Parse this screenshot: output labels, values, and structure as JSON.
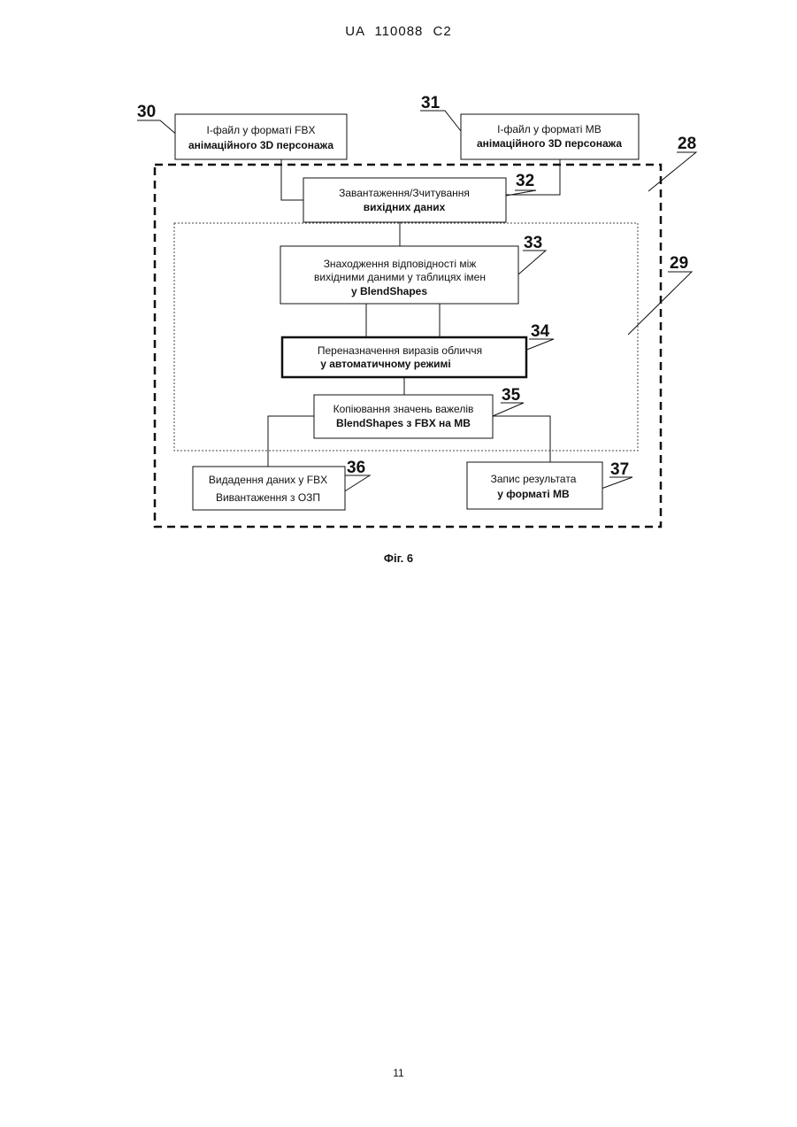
{
  "header": "UA   110088   C2",
  "figure_caption": "Фіг. 6",
  "page_number": "11",
  "labels": {
    "n28": "28",
    "n29": "29",
    "n30": "30",
    "n31": "31",
    "n32": "32",
    "n33": "33",
    "n34": "34",
    "n35": "35",
    "n36": "36",
    "n37": "37"
  },
  "boxes": {
    "b30": [
      "І-файл у форматі FBX",
      "анімаційного 3D персонажа"
    ],
    "b31": [
      "І-файл у форматі МВ",
      "анімаційного 3D персонажа"
    ],
    "b32": [
      "Завантаження/Зчитування",
      "вихідних даних"
    ],
    "b33": [
      "Знаходження відповідності між",
      "вихідними даними у таблицях імен",
      "у BlendShapes"
    ],
    "b34": [
      "Переназначення виразів обличчя",
      "у автоматичному  режимі"
    ],
    "b35": [
      "Копіювання значень важелів",
      "BlendShapes з FBX на  МВ"
    ],
    "b36": [
      "Видадення даних у FBX",
      "Вивантаження з ОЗП"
    ],
    "b37": [
      "Запис результата",
      "у форматі МВ"
    ]
  }
}
